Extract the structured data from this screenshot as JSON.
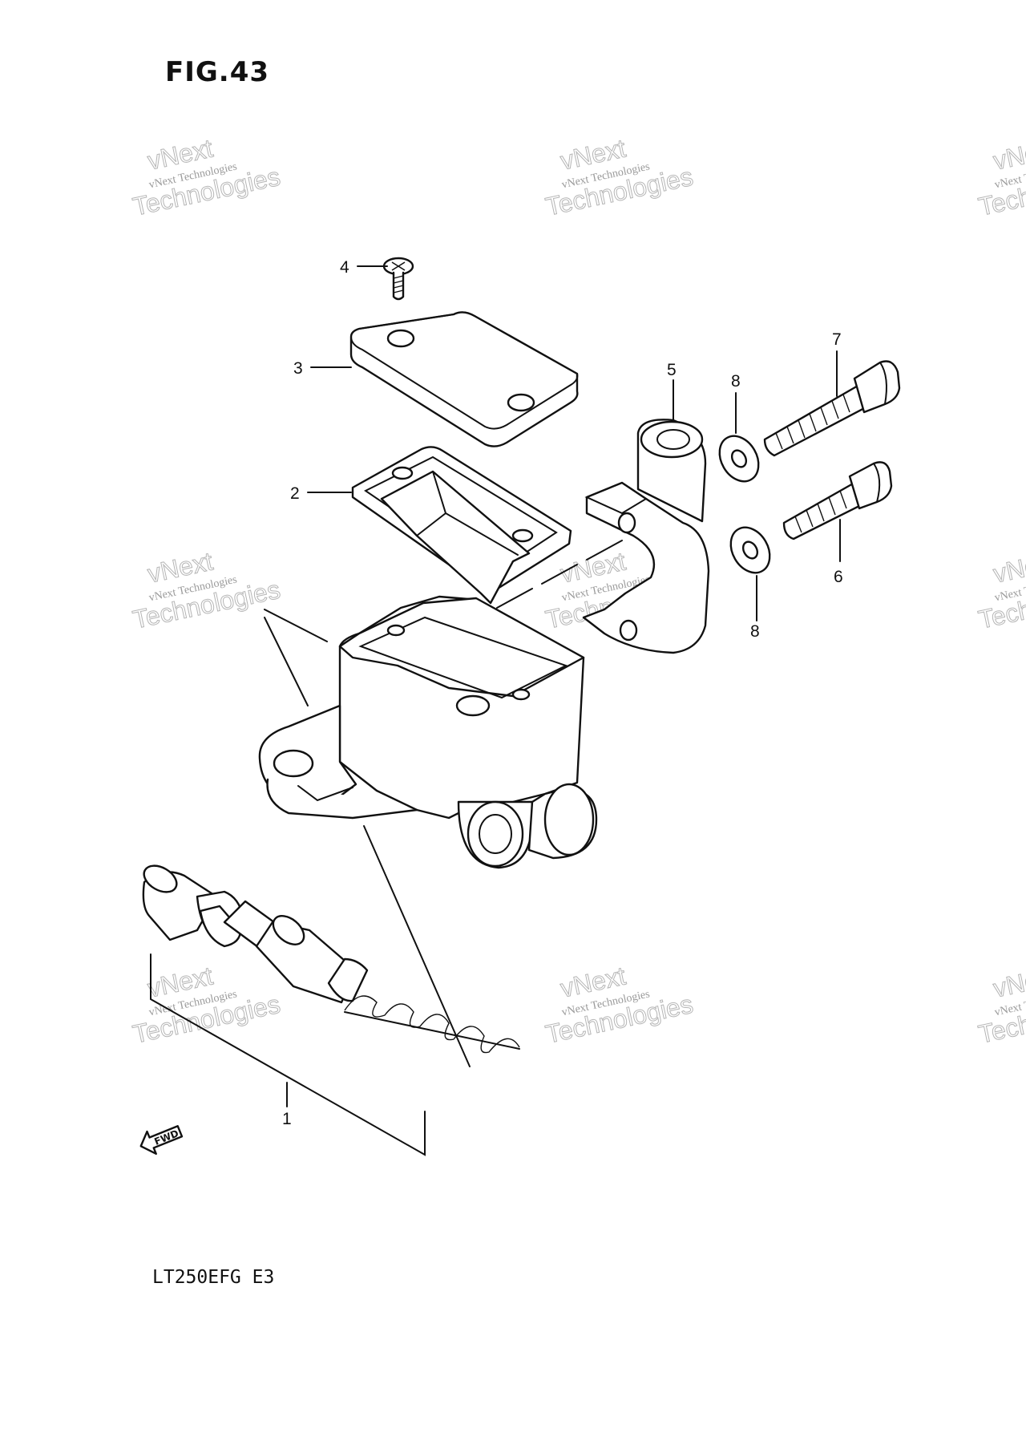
{
  "figure": {
    "title": "FIG.43",
    "model_code": "LT250EFG  E3",
    "forward_arrow_text": "FWD"
  },
  "callouts": [
    {
      "id": "1",
      "label": "1"
    },
    {
      "id": "2",
      "label": "2"
    },
    {
      "id": "3",
      "label": "3"
    },
    {
      "id": "4",
      "label": "4"
    },
    {
      "id": "5",
      "label": "5"
    },
    {
      "id": "6",
      "label": "6"
    },
    {
      "id": "7",
      "label": "7"
    },
    {
      "id": "8a",
      "label": "8"
    },
    {
      "id": "8b",
      "label": "8"
    }
  ],
  "watermark": {
    "line1": "vNext Technologies",
    "overlay_top": "vNext",
    "overlay_bottom": "Technologies"
  },
  "colors": {
    "ink": "#111111",
    "watermark": "#9a9a9a",
    "background": "#ffffff"
  }
}
